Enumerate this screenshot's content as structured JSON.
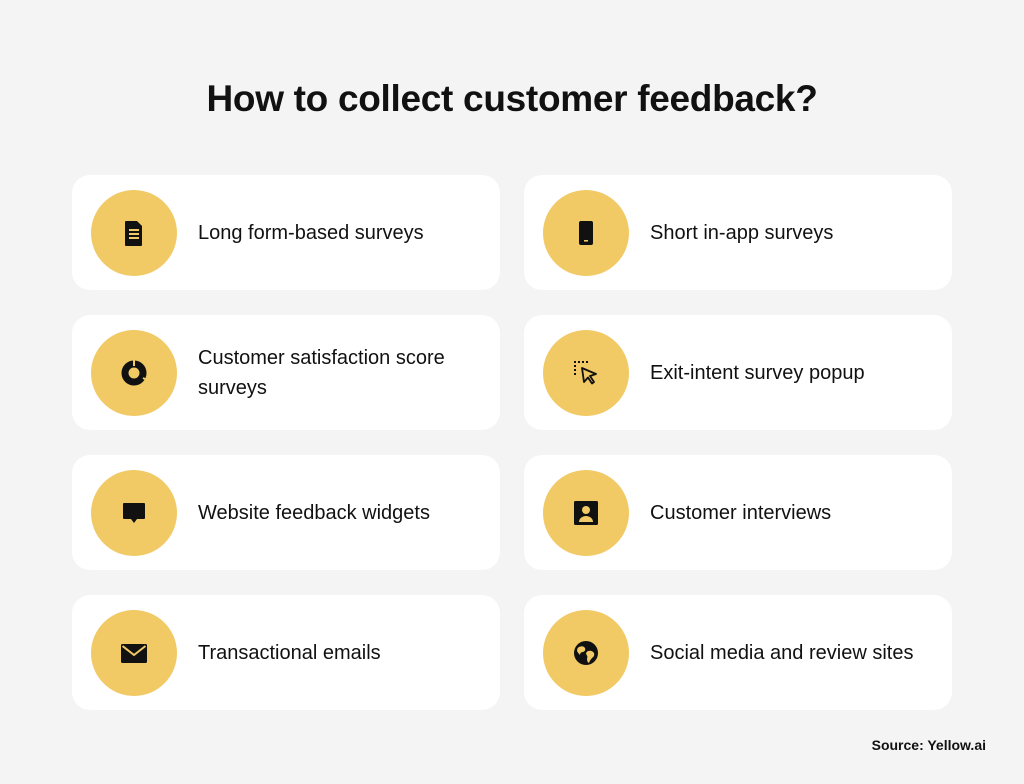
{
  "title": "How to collect customer feedback?",
  "accent_color": "#f1c965",
  "cards": [
    {
      "label": "Long form-based surveys",
      "icon": "document-icon"
    },
    {
      "label": "Short in-app surveys",
      "icon": "smartphone-icon"
    },
    {
      "label": "Customer satisfaction score surveys",
      "icon": "donut-chart-icon"
    },
    {
      "label": "Exit-intent survey popup",
      "icon": "cursor-select-icon"
    },
    {
      "label": "Website feedback widgets",
      "icon": "chat-bubble-icon"
    },
    {
      "label": "Customer interviews",
      "icon": "contact-card-icon"
    },
    {
      "label": "Transactional emails",
      "icon": "envelope-icon"
    },
    {
      "label": "Social media and review sites",
      "icon": "globe-icon"
    }
  ],
  "source": "Source: Yellow.ai"
}
